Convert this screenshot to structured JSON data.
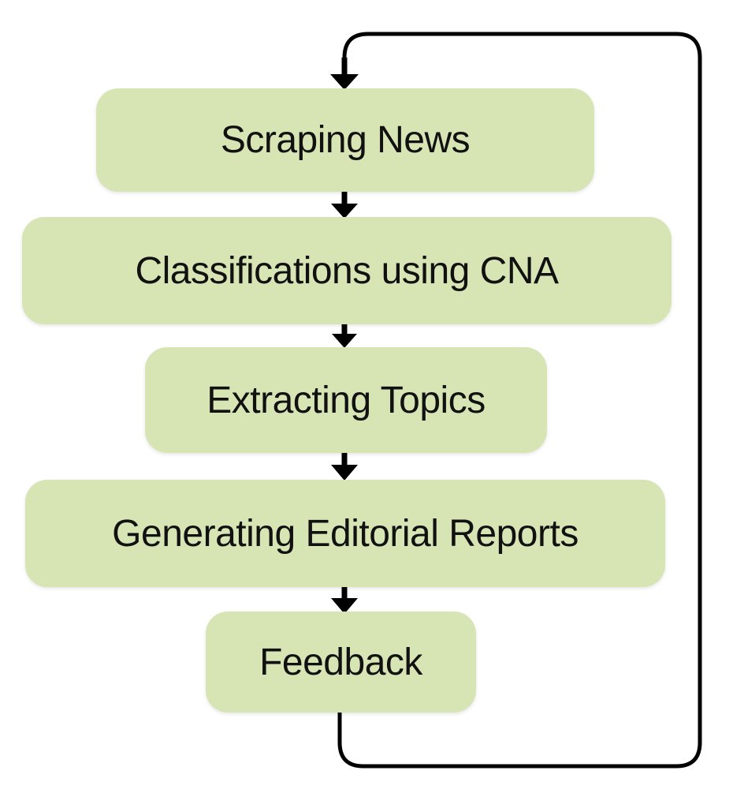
{
  "diagram": {
    "type": "flowchart",
    "direction": "top-to-bottom",
    "colors": {
      "node_fill": "#d7e5b4",
      "line": "#000000",
      "text": "#111111",
      "background": "#ffffff"
    },
    "nodes": [
      {
        "id": "scraping-news",
        "label": "Scraping News"
      },
      {
        "id": "classifications-using-cna",
        "label": "Classifications using CNA"
      },
      {
        "id": "extracting-topics",
        "label": "Extracting Topics"
      },
      {
        "id": "generating-editorial-reports",
        "label": "Generating Editorial Reports"
      },
      {
        "id": "feedback",
        "label": "Feedback"
      }
    ],
    "edges": [
      {
        "from": "scraping-news",
        "to": "classifications-using-cna",
        "style": "straight-arrow-down"
      },
      {
        "from": "classifications-using-cna",
        "to": "extracting-topics",
        "style": "straight-arrow-down"
      },
      {
        "from": "extracting-topics",
        "to": "generating-editorial-reports",
        "style": "straight-arrow-down"
      },
      {
        "from": "generating-editorial-reports",
        "to": "feedback",
        "style": "straight-arrow-down"
      },
      {
        "from": "feedback",
        "to": "scraping-news",
        "style": "feedback-loop-around-right-side"
      }
    ]
  }
}
